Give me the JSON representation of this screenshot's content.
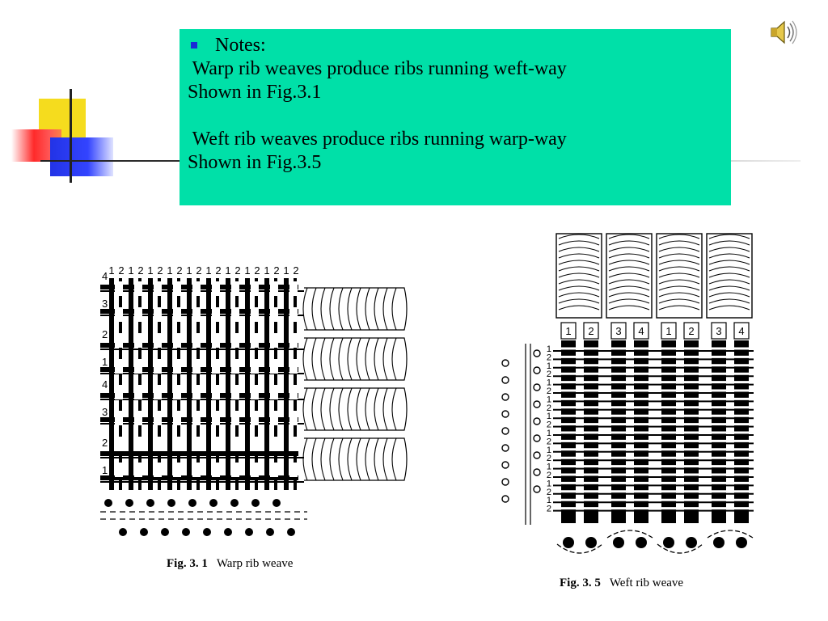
{
  "notes": {
    "heading": "Notes:",
    "line1": " Warp rib weaves produce ribs running weft-way",
    "line2": "Shown in Fig.3.1",
    "line3": " Weft rib weaves produce ribs running warp-way",
    "line4": "Shown in Fig.3.5"
  },
  "fig1": {
    "caption_num": "Fig. 3. 1",
    "caption_text": "Warp rib weave",
    "top_labels": [
      "1",
      "2",
      "1",
      "2",
      "1",
      "2",
      "1",
      "2",
      "1",
      "2",
      "1",
      "2",
      "1",
      "2",
      "1",
      "2",
      "1",
      "2",
      "1",
      "2"
    ],
    "side_labels": [
      "4",
      "3",
      "2",
      "1",
      "4",
      "3",
      "2",
      "1"
    ]
  },
  "fig2": {
    "caption_num": "Fig. 3. 5",
    "caption_text": "Weft rib weave",
    "top_labels": [
      "1",
      "2",
      "3",
      "4",
      "1",
      "2",
      "3",
      "4"
    ],
    "side_labels": [
      "1",
      "2",
      "1",
      "2",
      "1",
      "2",
      "1",
      "2",
      "1",
      "2",
      "1",
      "2",
      "1",
      "2",
      "1",
      "2",
      "1",
      "2",
      "1",
      "2"
    ]
  },
  "colors": {
    "notes_bg": "#00e0a8",
    "bullet": "#1a2bd6",
    "logo_yellow": "#f5dc1e",
    "logo_red": "#ff2a2a",
    "logo_blue": "#2233e6"
  },
  "icons": {
    "sound": "speaker-icon"
  }
}
